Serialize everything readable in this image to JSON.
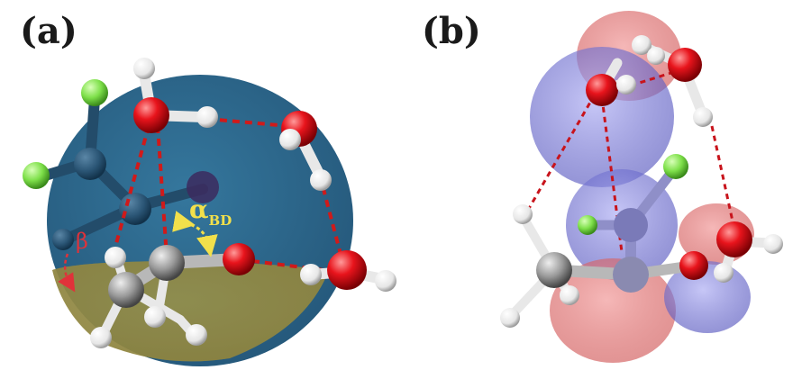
{
  "panels": [
    {
      "label": "(a)",
      "angle_symbol": "α",
      "angle_subscript": "BD",
      "beta_symbol": "β"
    },
    {
      "label": "(b)"
    }
  ],
  "colors": {
    "oxygen": "#e8141c",
    "hydrogen": "#f2f2f2",
    "carbon": "#9a9a9a",
    "fluorine": "#7ee04a",
    "hbond": "#c8141c",
    "plane_blue": "#1f5f86",
    "plane_yellow": "#d4a21e",
    "orbital_red": "#e06a6a",
    "orbital_blue": "#6a6ad6",
    "angle_arrow": "#f2e04b"
  }
}
